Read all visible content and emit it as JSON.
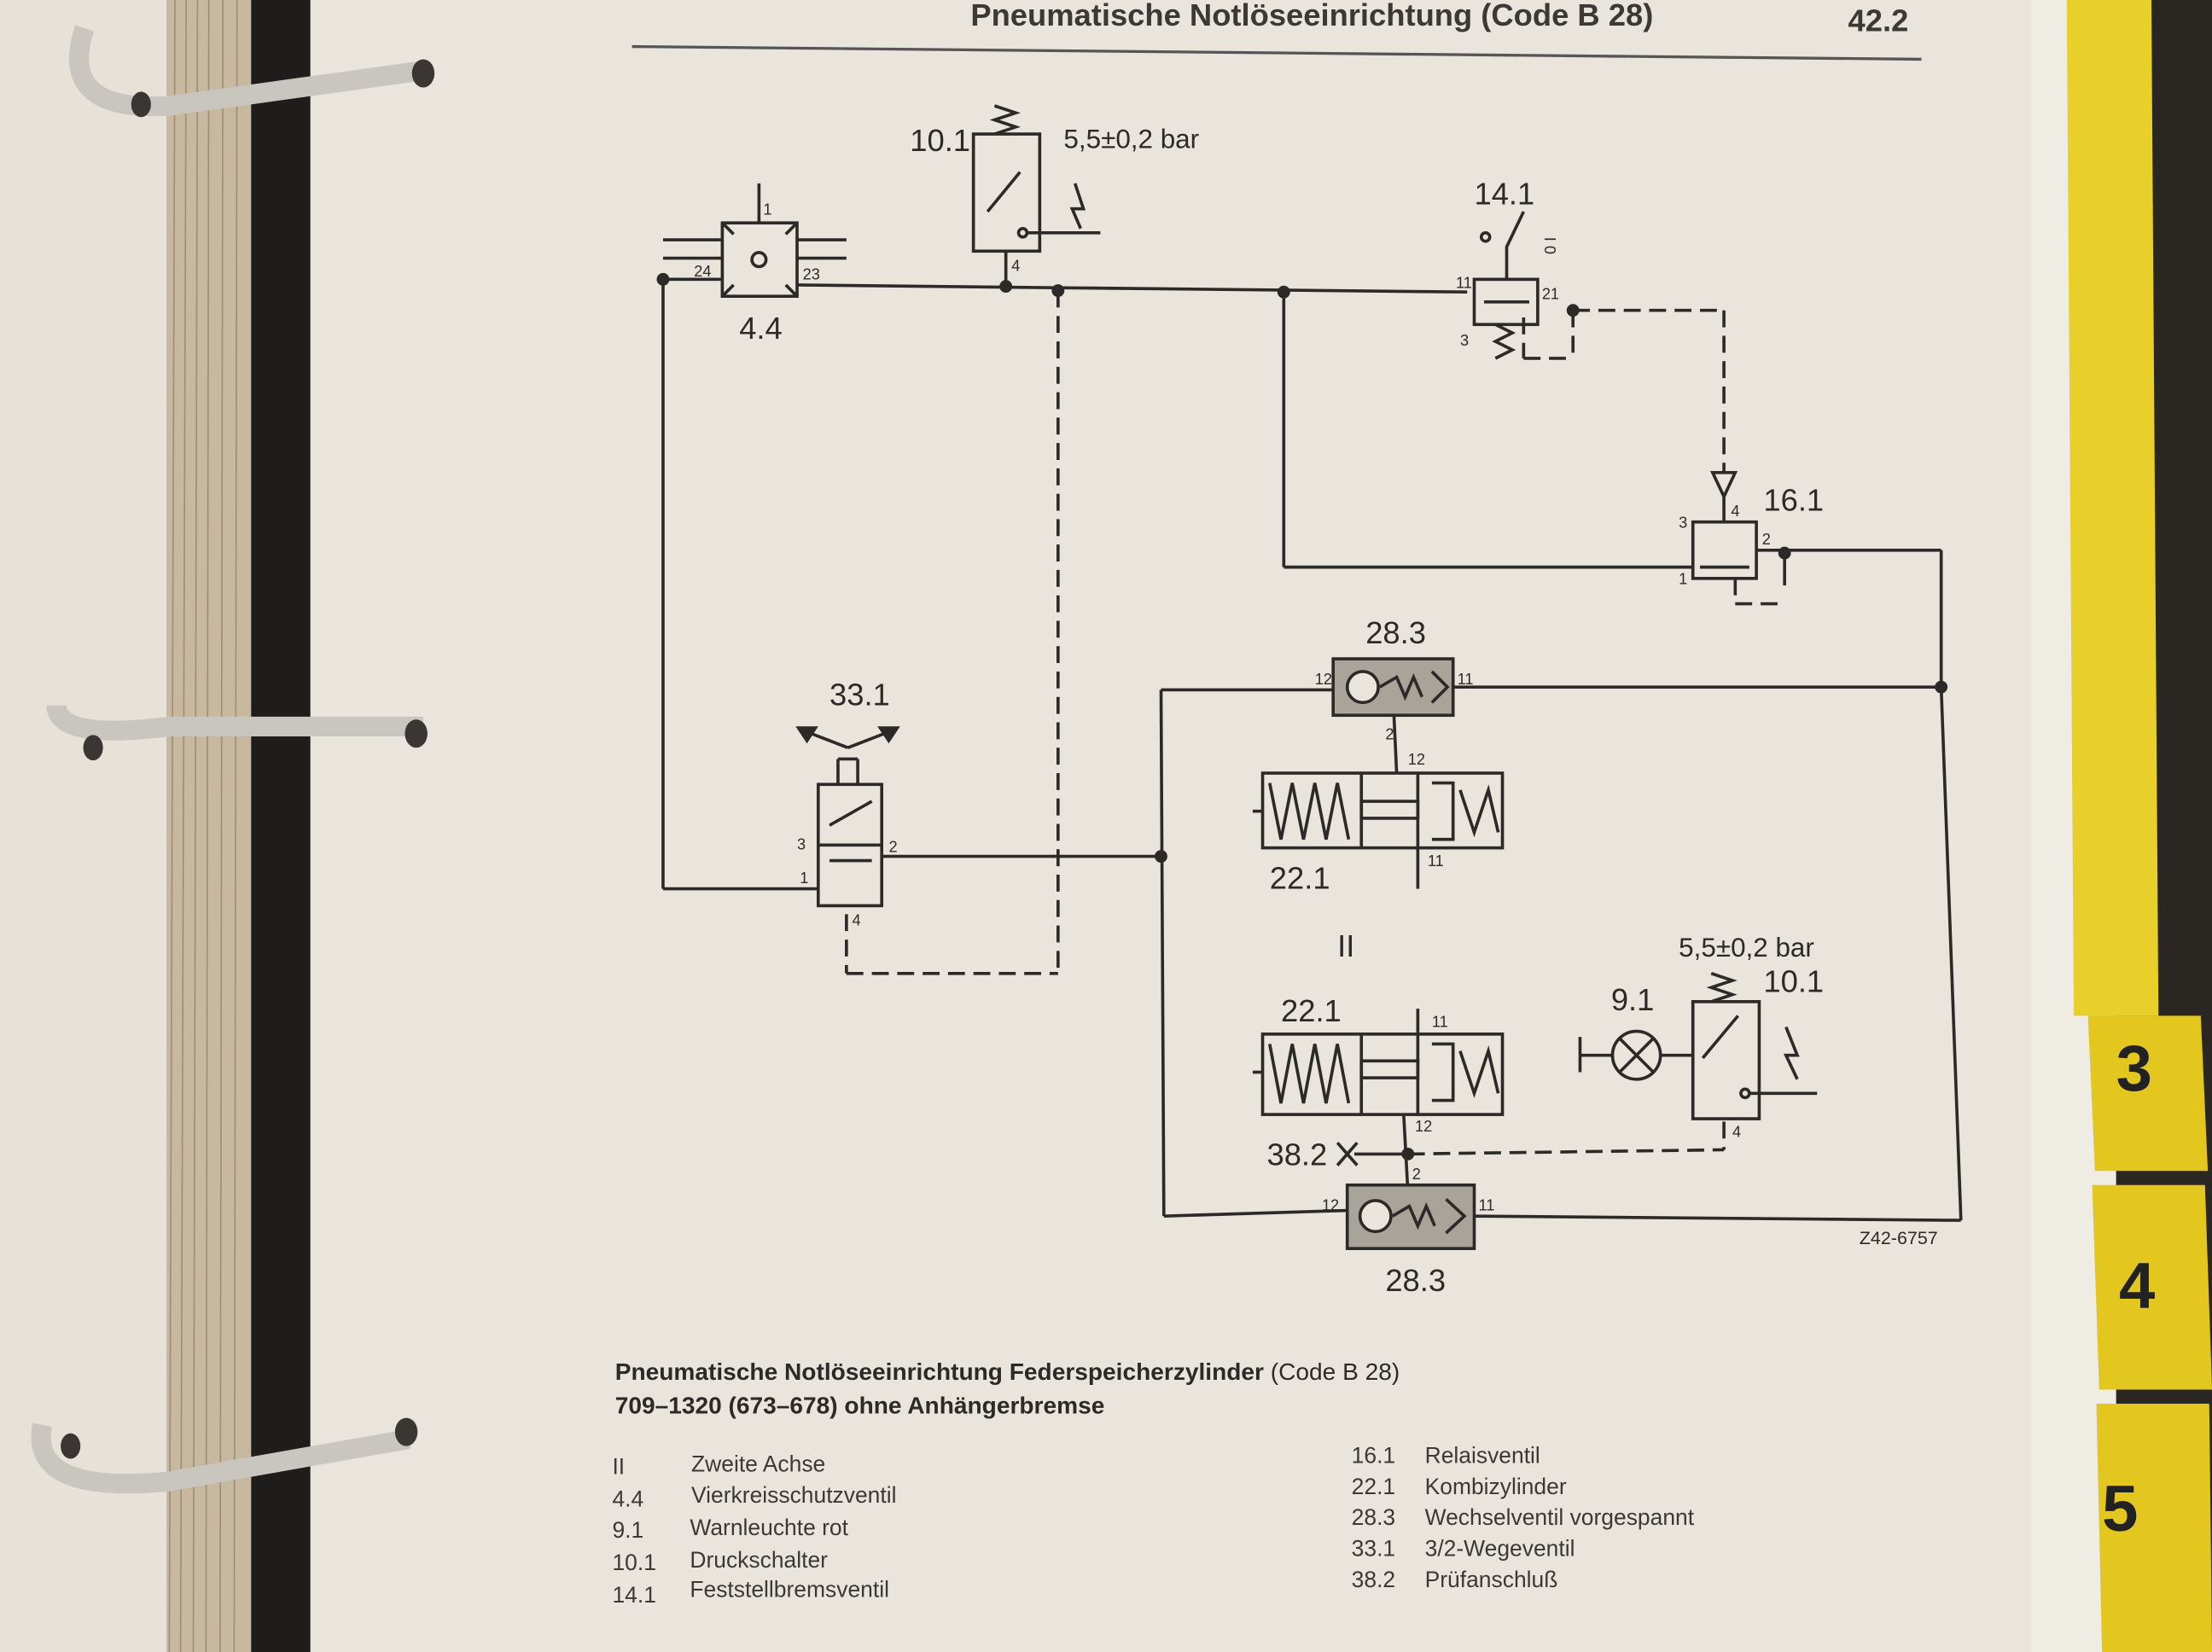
{
  "header": {
    "title": "Pneumatische Notlöseeinrichtung (Code B 28)",
    "page_number": "42.2"
  },
  "diagram": {
    "labels": {
      "v44": "4.4",
      "v101_top": "10.1",
      "pressure_top": "5,5±0,2 bar",
      "v141": "14.1",
      "v161": "16.1",
      "v331": "33.1",
      "v283_top": "28.3",
      "v221_top": "22.1",
      "axle": "II",
      "v221_bottom": "22.1",
      "v91": "9.1",
      "pressure_bottom": "5,5±0,2 bar",
      "v101_bottom": "10.1",
      "v382": "38.2",
      "v283_bottom": "28.3",
      "drawing_no": "Z42-6757",
      "switch_marks": "I 0"
    },
    "ports": {
      "p1": "1",
      "p24": "24",
      "p23": "23",
      "p4": "4",
      "p11": "11",
      "p21": "21",
      "p3": "3",
      "p2": "2",
      "p12": "12"
    }
  },
  "caption": {
    "line1_bold": "Pneumatische Notlöseeinrichtung Federspeicherzylinder",
    "line1_normal": " (Code B 28)",
    "line2": "709–1320 (673–678) ohne Anhängerbremse"
  },
  "legend": {
    "left": [
      {
        "code": "II",
        "text": "Zweite Achse"
      },
      {
        "code": "4.4",
        "text": "Vierkreisschutzventil"
      },
      {
        "code": "9.1",
        "text": "Warnleuchte rot"
      },
      {
        "code": "10.1",
        "text": "Druckschalter"
      },
      {
        "code": "14.1",
        "text": "Feststellbremsventil"
      }
    ],
    "right": [
      {
        "code": "16.1",
        "text": "Relaisventil"
      },
      {
        "code": "22.1",
        "text": "Kombizylinder"
      },
      {
        "code": "28.3",
        "text": "Wechselventil vorgespannt"
      },
      {
        "code": "33.1",
        "text": "3/2-Wegeventil"
      },
      {
        "code": "38.2",
        "text": "Prüfanschluß"
      }
    ]
  },
  "tabs": [
    "3",
    "4",
    "5"
  ],
  "colors": {
    "page": "#e9e5dc",
    "ink": "#2b2a28",
    "valve_fill": "#a9a49a",
    "tab_yellow": "#e8cf2a",
    "binder_dark": "#1f1d1b"
  }
}
